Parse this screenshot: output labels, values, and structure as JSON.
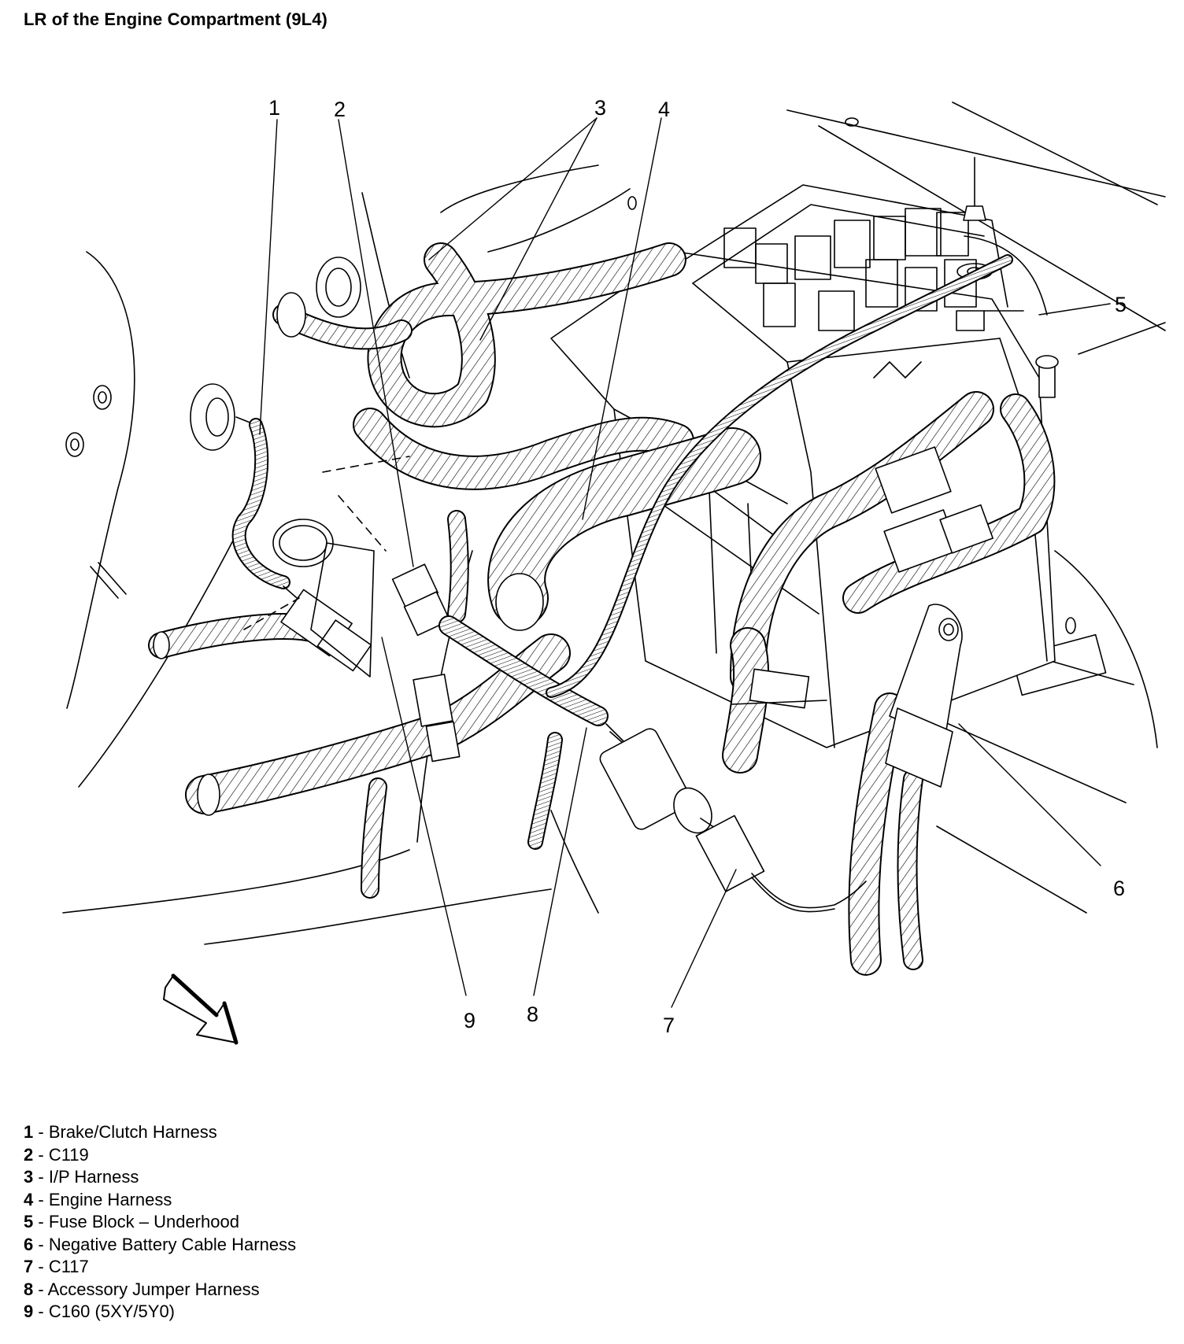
{
  "title": "LR of the Engine Compartment (9L4)",
  "callouts": [
    "1",
    "2",
    "3",
    "4",
    "5",
    "6",
    "7",
    "8",
    "9"
  ],
  "legend": [
    {
      "num": "1",
      "sep": " - ",
      "text": "Brake/Clutch Harness"
    },
    {
      "num": "2",
      "sep": " - ",
      "text": "C119"
    },
    {
      "num": "3",
      "sep": " - ",
      "text": "I/P Harness"
    },
    {
      "num": "4",
      "sep": " - ",
      "text": "Engine Harness"
    },
    {
      "num": "5",
      "sep": " - ",
      "text": "Fuse Block – Underhood"
    },
    {
      "num": "6",
      "sep": " - ",
      "text": "Negative Battery Cable Harness"
    },
    {
      "num": "7",
      "sep": " - ",
      "text": "C117"
    },
    {
      "num": "8",
      "sep": " - ",
      "text": "Accessory Jumper Harness"
    },
    {
      "num": "9",
      "sep": " - ",
      "text": "C160 (5XY/5Y0)"
    }
  ]
}
